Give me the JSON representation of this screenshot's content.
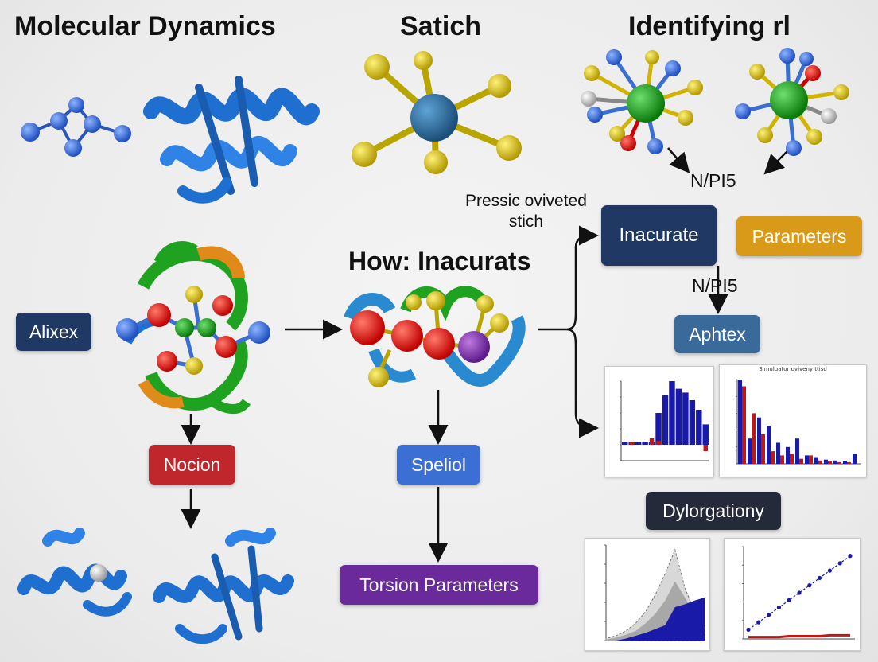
{
  "headings": {
    "left": "Molecular Dynamics",
    "center": "Satich",
    "right": "Identifying rl",
    "middle": "How: Inacurats"
  },
  "labels": {
    "note_line1": "Pressic oviveted",
    "note_line2": "stich",
    "np_top": "N/PI5",
    "np_mid": "N/PI5"
  },
  "boxes": {
    "alixex": "Alixex",
    "nocion": "Nocion",
    "speliol": "Speliol",
    "torsion": "Torsion Parameters",
    "inacurate": "Inacurate",
    "parameters": "Parameters",
    "aphtex": "Aphtex",
    "dylorgationy": "Dylorgationy"
  },
  "colors": {
    "navy": "#1f3864",
    "red": "#c0272d",
    "blue": "#3b6fd4",
    "purple": "#6a2a9c",
    "gold": "#d99a1a",
    "steel": "#3a6a9a",
    "dark": "#252a3a",
    "ribbon": "#1f6fd0"
  },
  "chart_data": [
    {
      "type": "bar",
      "series": [
        {
          "values": [
            0.05,
            0.05,
            0.05,
            0.05,
            0.05,
            0.5,
            0.78,
            1.0,
            0.88,
            0.82,
            0.7,
            0.55,
            0.32
          ]
        },
        {
          "values": [
            0.0,
            0.05,
            0.0,
            0.0,
            0.1,
            0.06,
            0.0,
            0.0,
            0.0,
            0.0,
            0.0,
            0.0,
            -0.1
          ]
        }
      ]
    },
    {
      "type": "bar",
      "title": "Simuluator oviveny ttisd",
      "series": [
        {
          "values": [
            1.0,
            0.3,
            0.55,
            0.45,
            0.25,
            0.2,
            0.3,
            0.1,
            0.08,
            0.05,
            0.04,
            0.03,
            0.12
          ]
        },
        {
          "values": [
            0.92,
            0.6,
            0.35,
            0.15,
            0.1,
            0.12,
            0.06,
            0.1,
            0.04,
            0.03,
            0.02,
            0.02,
            0.0
          ]
        }
      ]
    },
    {
      "type": "area",
      "x": [
        0,
        1,
        2,
        3,
        4,
        5,
        6,
        7,
        8,
        9,
        10
      ],
      "series": [
        {
          "values": [
            0.02,
            0.05,
            0.1,
            0.18,
            0.3,
            0.48,
            0.7,
            0.95,
            0.55,
            0.3,
            0.15
          ]
        },
        {
          "values": [
            0.01,
            0.03,
            0.06,
            0.1,
            0.18,
            0.28,
            0.42,
            0.62,
            0.45,
            0.28,
            0.12
          ]
        },
        {
          "values": [
            0.0,
            0.0,
            0.02,
            0.05,
            0.08,
            0.12,
            0.16,
            0.35,
            0.38,
            0.42,
            0.45
          ]
        }
      ]
    },
    {
      "type": "line",
      "x": [
        1,
        2,
        3,
        4,
        5,
        6,
        7,
        8,
        9,
        10,
        11
      ],
      "series": [
        {
          "values": [
            0.1,
            0.18,
            0.26,
            0.34,
            0.42,
            0.5,
            0.58,
            0.66,
            0.74,
            0.82,
            0.9
          ]
        },
        {
          "values": [
            0.02,
            0.02,
            0.02,
            0.02,
            0.03,
            0.03,
            0.03,
            0.03,
            0.04,
            0.04,
            0.04
          ]
        }
      ]
    }
  ]
}
